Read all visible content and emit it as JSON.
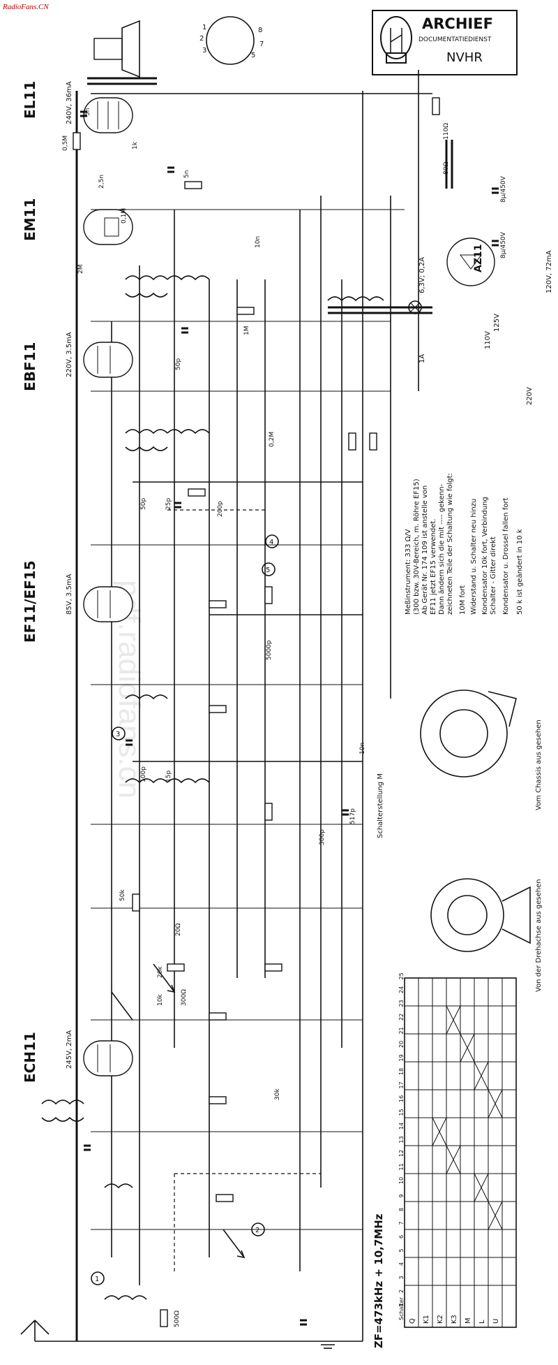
{
  "site_watermark": "RadioFans.CN",
  "archive_stamp": {
    "title": "ARCHIEF",
    "subtitle": "DOCUMENTATIEDIENST",
    "org": "NVHR"
  },
  "faint_watermark": "pdf.radiofans.cn",
  "tubes": [
    {
      "name": "EL11",
      "note": "240V, 36mA"
    },
    {
      "name": "EM11",
      "note": ""
    },
    {
      "name": "EBF11",
      "note": "220V, 3.5mA"
    },
    {
      "name": "EF11/EF15",
      "note": "85V, 3.5mA"
    },
    {
      "name": "ECH11",
      "note": "245V, 2mA"
    }
  ],
  "rectifier": {
    "name": "AZ11",
    "note": "120V, 72mA"
  },
  "mains": {
    "v110": "110V",
    "v125": "125V",
    "v220": "220V",
    "fuse": "1A",
    "supply": "6,3V; 0,2A"
  },
  "if_label": "ZF=473kHz + 10,7MHz",
  "capacitors": [
    "5n",
    "2,5n",
    "5n",
    "10n",
    "50p",
    "50p",
    "25p",
    "200p",
    "100p",
    "15p",
    "517p",
    "300p",
    "5000p",
    "10n",
    "8µ/450V",
    "8µ/450V"
  ],
  "resistors": [
    "0,5M",
    "1k",
    "0,1M",
    "1M",
    "2M",
    "0,2M",
    "50k",
    "20k",
    "10k",
    "300Ω",
    "20Ω",
    "500Ω",
    "30k",
    "80Ω",
    "110Ω"
  ],
  "notes": {
    "instrument": "Meßinstrument: 333 Ω/V",
    "range": "(300 bzw. 30V-Bereich, m. Röhre EF15)",
    "change1": "Ab Gerät Nr. 174 109 ist anstelle von",
    "change2": "EF11 jetzt EF15 verwendet.",
    "change3": "Dann ändern sich die mit ---- gekenn-",
    "change4": "zeichneten Teile der Schaltung wie folgt:",
    "item1": "Widerstand u. Schalter neu hinzu",
    "item2": "Kondensator 10k fort, Verbindung",
    "item3": "Schalter - Gitter direkt",
    "item4": "Kondensator u. Drossel fallen fort",
    "item5": "50 k ist geändert in 10 k",
    "fort": "10M fort"
  },
  "switch_views": {
    "left": "Von der Drehachse aus gesehen",
    "right": "Vom Chassis aus gesehen",
    "position": "Schalterstellung M"
  },
  "switch_table": {
    "header": [
      "Schalter",
      "1",
      "2",
      "3",
      "4",
      "5",
      "6",
      "7",
      "8",
      "9",
      "10",
      "11",
      "12",
      "13",
      "14",
      "15",
      "16",
      "17",
      "18",
      "19",
      "20",
      "21",
      "22",
      "23",
      "24",
      "25"
    ],
    "rows": [
      "Q",
      "K1",
      "K2",
      "K3",
      "M",
      "L",
      "U"
    ]
  }
}
